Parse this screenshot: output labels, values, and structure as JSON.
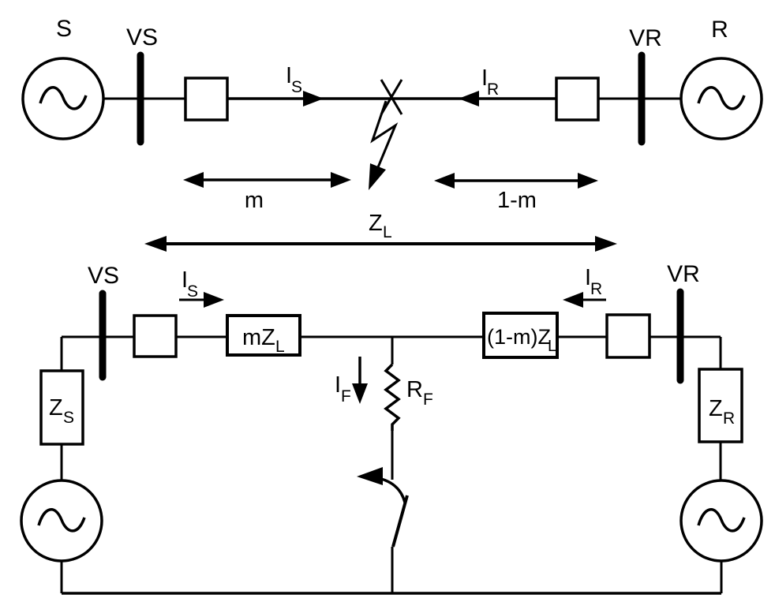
{
  "figure": {
    "background": "#ffffff",
    "line_color": "#000000",
    "top": {
      "source_left_label": "S",
      "bus_left_label": "VS",
      "bus_right_label": "VR",
      "source_right_label": "R",
      "current_left": {
        "main": "I",
        "sub": "S"
      },
      "current_right": {
        "main": "I",
        "sub": "R"
      },
      "dim_left_label": "m",
      "dim_right_label": "1-m",
      "line_impedance": {
        "main": "Z",
        "sub": "L"
      }
    },
    "bottom": {
      "bus_left_label": "VS",
      "bus_right_label": "VR",
      "current_left": {
        "main": "I",
        "sub": "S"
      },
      "current_right": {
        "main": "I",
        "sub": "R"
      },
      "source_impedance_left": {
        "main": "Z",
        "sub": "S"
      },
      "source_impedance_right": {
        "main": "Z",
        "sub": "R"
      },
      "line_impedance_left": {
        "main": "mZ",
        "sub": "L"
      },
      "line_impedance_right": {
        "main": "(1-m)Z",
        "sub": "L"
      },
      "fault_current": {
        "main": "I",
        "sub": "F"
      },
      "fault_resistance": {
        "main": "R",
        "sub": "F"
      }
    }
  }
}
